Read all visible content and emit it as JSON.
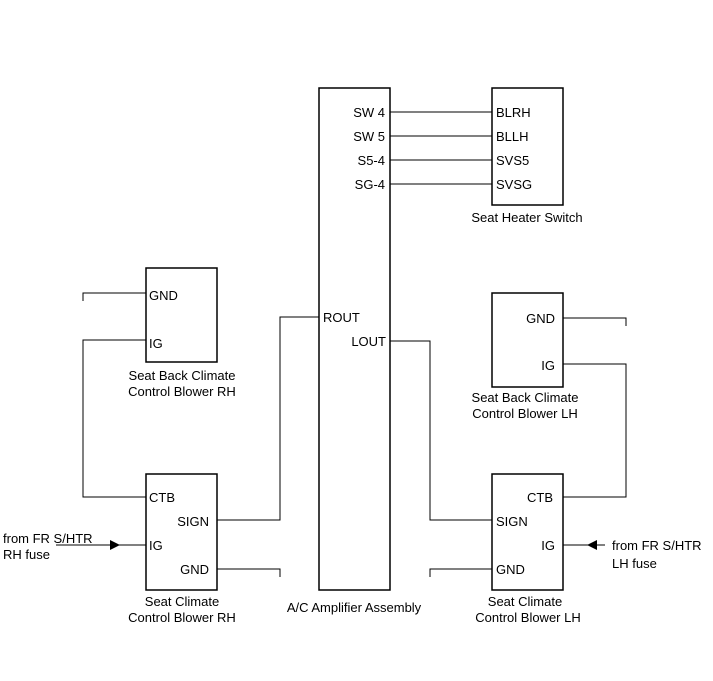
{
  "amplifier": {
    "name": "A/C Amplifier Assembly",
    "pins": {
      "sw4": "SW 4",
      "sw5": "SW 5",
      "s54": "S5-4",
      "sg4": "SG-4",
      "rout": "ROUT",
      "lout": "LOUT"
    }
  },
  "seat_heater_switch": {
    "name": "Seat Heater Switch",
    "pins": {
      "blrh": "BLRH",
      "bllh": "BLLH",
      "svs5": "SVS5",
      "svsg": "SVSG"
    }
  },
  "back_blower_rh": {
    "name_line1": "Seat Back Climate",
    "name_line2": "Control Blower RH",
    "pins": {
      "gnd": "GND",
      "ig": "IG"
    }
  },
  "back_blower_lh": {
    "name_line1": "Seat Back Climate",
    "name_line2": "Control Blower LH",
    "pins": {
      "gnd": "GND",
      "ig": "IG"
    }
  },
  "seat_blower_rh": {
    "name_line1": "Seat Climate",
    "name_line2": "Control Blower RH",
    "pins": {
      "ctb": "CTB",
      "sign": "SIGN",
      "ig": "IG",
      "gnd": "GND"
    }
  },
  "seat_blower_lh": {
    "name_line1": "Seat Climate",
    "name_line2": "Control Blower LH",
    "pins": {
      "ctb": "CTB",
      "sign": "SIGN",
      "ig": "IG",
      "gnd": "GND"
    }
  },
  "fuse_rh": {
    "line1": "from FR S/HTR",
    "line2": "RH fuse"
  },
  "fuse_lh": {
    "line1": "from FR S/HTR",
    "line2": "LH fuse"
  },
  "icons": {
    "ground": "ground-icon",
    "arrow": "arrow-icon"
  }
}
